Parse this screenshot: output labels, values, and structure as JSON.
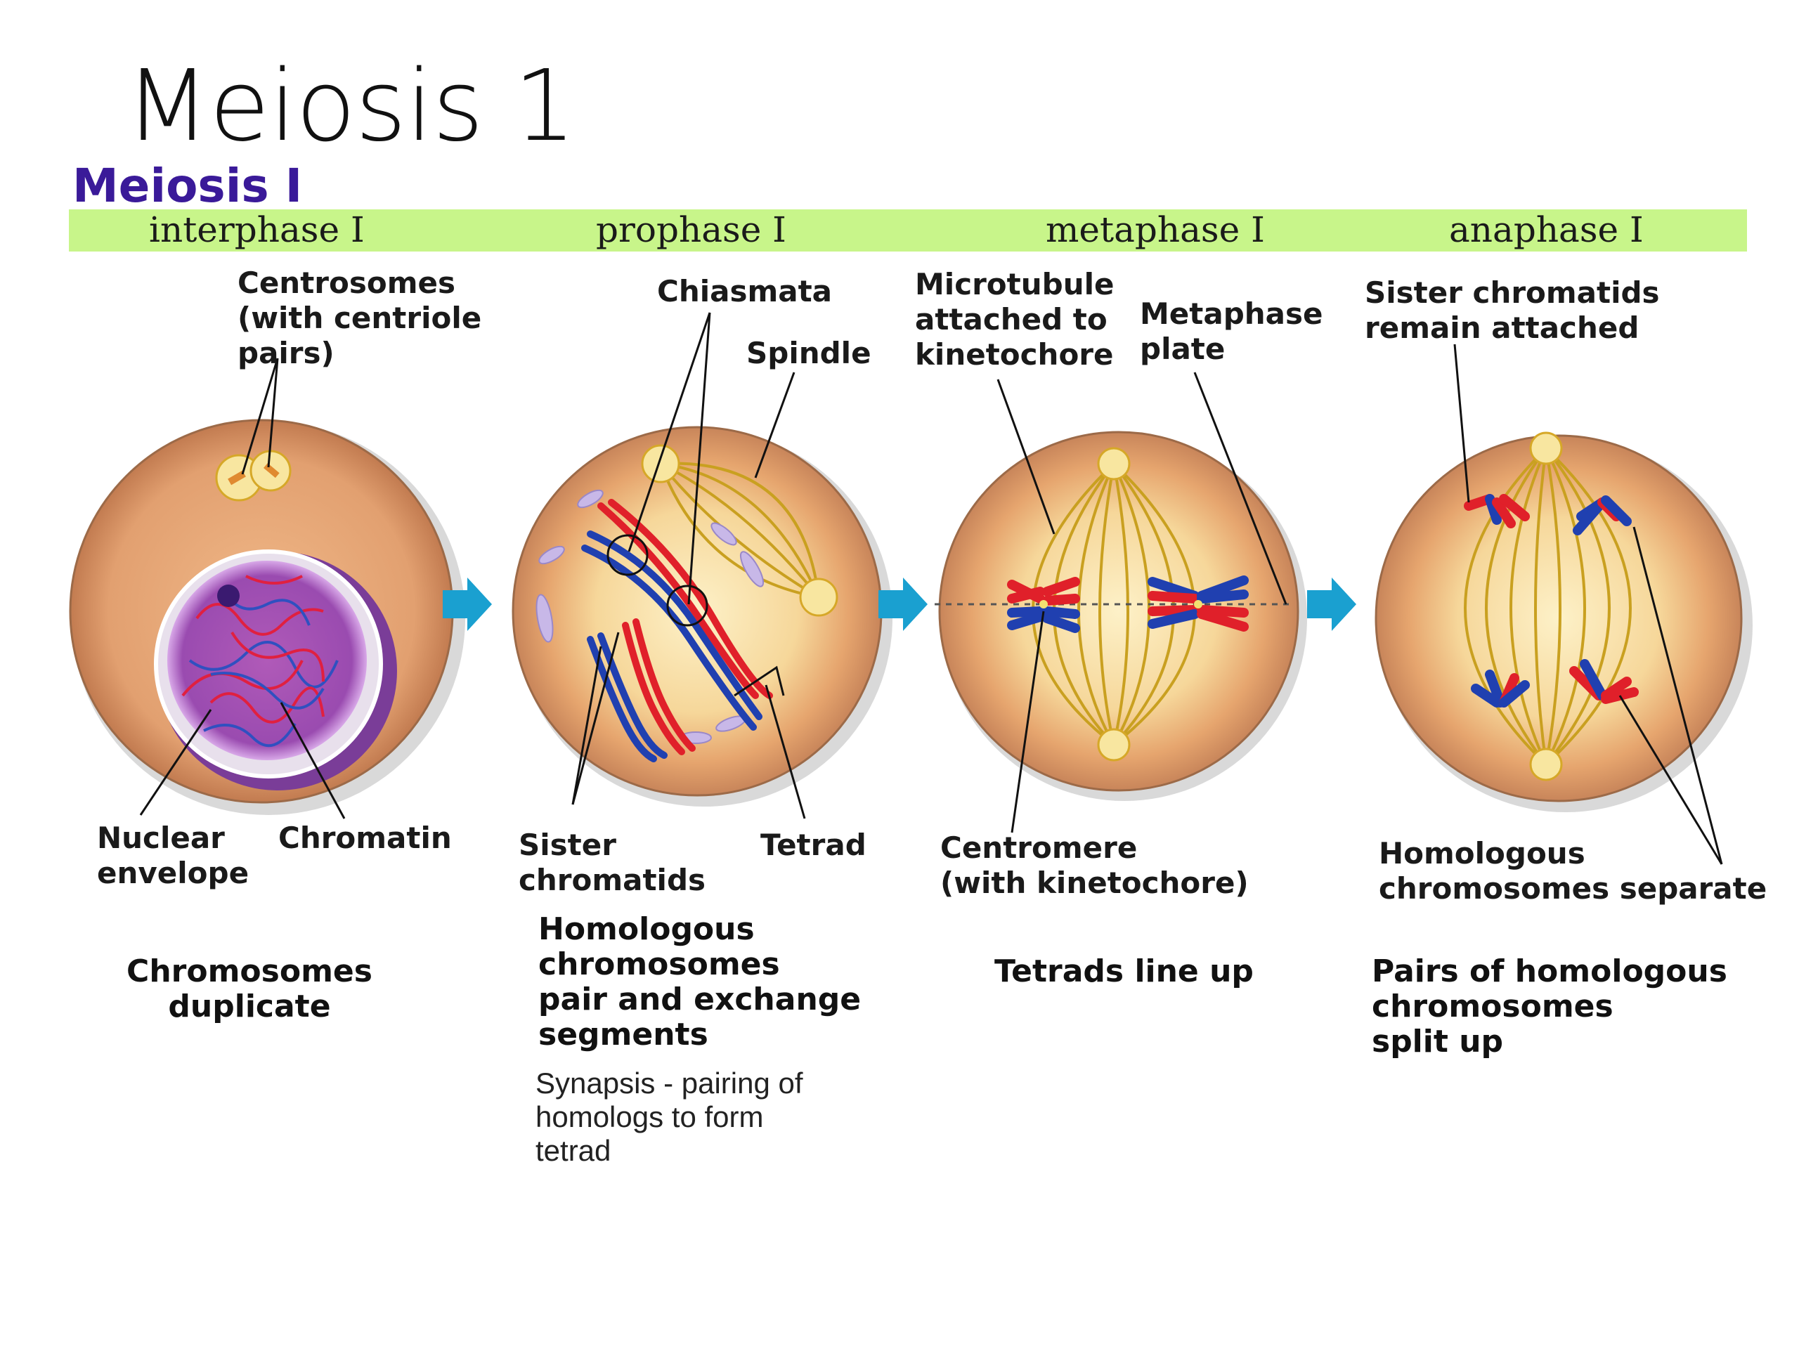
{
  "slide_title": "Meiosis 1",
  "figure_title": "Meiosis I",
  "phases": [
    "interphase I",
    "prophase I",
    "metaphase I",
    "anaphase I"
  ],
  "labels": {
    "centrosomes": "Centrosomes\n(with centriole\npairs)",
    "nuclear_envelope": "Nuclear\nenvelope",
    "chromatin": "Chromatin",
    "chiasmata": "Chiasmata",
    "spindle": "Spindle",
    "sister_chromatids": "Sister\nchromatids",
    "tetrad": "Tetrad",
    "microtubule": "Microtubule\nattached to\nkinetochore",
    "metaphase_plate": "Metaphase\nplate",
    "centromere": "Centromere\n(with kinetochore)",
    "sister_attached": "Sister chromatids\nremain attached",
    "homologous_separate": "Homologous\nchromosomes separate"
  },
  "captions": {
    "interphase": "Chromosomes\nduplicate",
    "prophase": "Homologous\nchromosomes\npair and exchange\nsegments",
    "metaphase": "Tetrads line up",
    "anaphase": "Pairs of homologous\nchromosomes\nsplit up"
  },
  "prophase_note": "Synapsis - pairing of\nhomologs to form\ntetrad",
  "colors": {
    "figure_title": "#3a1a99",
    "phase_bar": "#c8f58a",
    "arrow": "#1aa0d0",
    "maternal_chromosome": "#e0202a",
    "paternal_chromosome": "#2040b0",
    "spindle": "#c9a020",
    "cell_rim": "#c8855a",
    "cell_center": "#fbe8b4"
  },
  "icons": [
    "right-arrow-icon"
  ]
}
